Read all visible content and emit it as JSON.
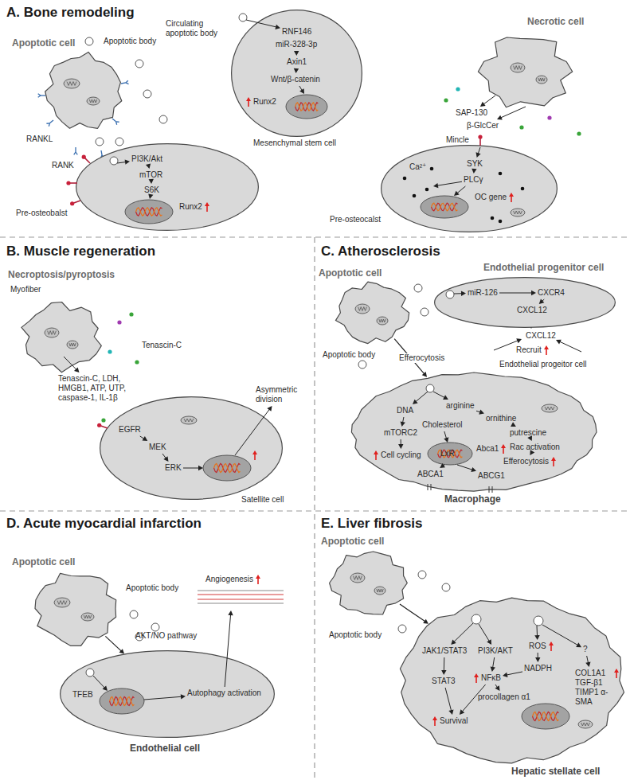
{
  "diagram": {
    "nodes": [
      {
        "text": [
          "A. Bone remodeling"
        ]
      },
      {
        "text": [
          "Apoptotic cell",
          "RANKL"
        ],
        "in": 0
      },
      {
        "text": [
          "RANK",
          "PI3K/Akt",
          "mTOR",
          "S6K",
          "Runx2",
          "Pre-osteobalst"
        ],
        "in": 0
      },
      {
        "text": [
          "Circulating apoptotic body",
          "RNF146",
          "miR-328-3p",
          "Axin1",
          "Wnt/β-catenin",
          "Runx2",
          "Mesenchymal stem cell"
        ],
        "in": 0
      },
      {
        "text": [
          "Necrotic cell",
          "SAP-130",
          "β-GlcCer"
        ],
        "in": 0
      },
      {
        "text": [
          "Mincle",
          "SYK",
          "PLCγ",
          "Ca²⁺",
          "OC gene",
          "Pre-osteocalst"
        ],
        "in": 0
      },
      {
        "text": [
          "B. Muscle regeneration"
        ]
      },
      {
        "text": [
          "Necroptosis/pyroptosis",
          "Myofiber",
          "Tenascin-C, LDH, HMGB1, ATP, UTP, caspase-1, IL-1β"
        ],
        "in": 6
      },
      {
        "text": [
          "EGFR",
          "MEK",
          "ERK",
          "Asymmetric division",
          "Satellite cell"
        ],
        "in": 6
      },
      {
        "text": [
          "C. Atherosclerosis"
        ]
      },
      {
        "text": [
          "Apoptotic cell"
        ],
        "in": 9
      },
      {
        "text": [
          "Endothelial progenitor cell",
          "miR-126",
          "CXCR4",
          "CXCL12"
        ],
        "in": 9
      },
      {
        "text": [
          "DNA",
          "arginine",
          "ornithine",
          "Cholesterol",
          "mTORC2",
          "putrescine",
          "LxR",
          "Abca1",
          "Rac activation",
          "Efferocytosis",
          "Cell cycling",
          "ABCA1",
          "ABCG1",
          "Macrophage"
        ],
        "in": 9
      },
      {
        "text": [
          "D. Acute myocardial infarction"
        ]
      },
      {
        "text": [
          "Apoptotic cell"
        ],
        "in": 13
      },
      {
        "text": [
          "TFEB",
          "AKT/NO pathway",
          "Autophagy activation",
          "Endothelial cell"
        ],
        "in": 13
      },
      {
        "text": [
          "E. Liver fibrosis"
        ]
      },
      {
        "text": [
          "Apoptotic cell"
        ],
        "in": 16
      },
      {
        "text": [
          "JAK1/STAT3",
          "PI3K/AKT",
          "ROS",
          "NADPH",
          "?",
          "STAT3",
          "NFκB",
          "procollagen α1",
          "COL1A1 TGF-β1 TIMP1 α-SMA",
          "Survival",
          "Hepatic stellate cell"
        ],
        "in": 16
      }
    ],
    "edges": [
      {
        "from": 10,
        "to": 12,
        "arrow": "to",
        "label": "Efferocytosis"
      },
      {
        "from": 14,
        "to": 15,
        "arrow": "to"
      },
      {
        "from": 17,
        "to": 18,
        "arrow": "to"
      }
    ],
    "labels": [
      "Apoptotic body",
      "Tenascin-C",
      "Apoptotic body",
      "CXCL12",
      "Recruit",
      "Endothelial progeitor cell",
      "Apoptotic body",
      "Angiogenesis",
      "Apoptotic body"
    ]
  }
}
